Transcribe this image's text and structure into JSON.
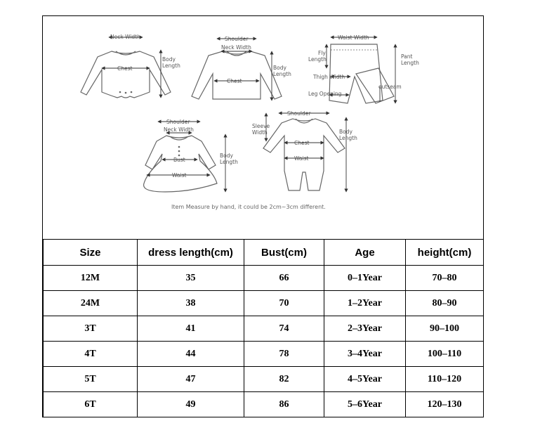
{
  "diagram": {
    "bodysuit": {
      "neck_width": "Neck Width",
      "body_length": [
        "Body",
        "Length"
      ],
      "chest": "Chest"
    },
    "tshirt": {
      "shoulder": "Shoulder",
      "neck_width": "Neck Width",
      "body_length": [
        "Body",
        "Length"
      ],
      "chest": "Chest"
    },
    "pants": {
      "waist_width": "Waist Width",
      "fly_length": [
        "Fly",
        "Length"
      ],
      "pant_length": [
        "Pant",
        "Length"
      ],
      "thigh_width": "Thigh Width",
      "outseam": "outseam",
      "leg_opening": "Leg Opening"
    },
    "dress": {
      "shoulder": "Shoulder",
      "neck_width": "Neck Width",
      "body_length": [
        "Body",
        "Length"
      ],
      "bust": "Bust",
      "waist": "Waist"
    },
    "jumpsuit": {
      "shoulder": "Shoulder",
      "sleeve_width": [
        "Sleeve",
        "Width"
      ],
      "body_length": [
        "Body",
        "Length"
      ],
      "chest": "Chest",
      "waist": "Waist"
    },
    "note": "Item Measure by hand, it could be 2cm~3cm different."
  },
  "table": {
    "headers": [
      "Size",
      "dress length(cm)",
      "Bust(cm)",
      "Age",
      "height(cm)"
    ],
    "rows": [
      [
        "12M",
        "35",
        "66",
        "0–1Year",
        "70–80"
      ],
      [
        "24M",
        "38",
        "70",
        "1–2Year",
        "80–90"
      ],
      [
        "3T",
        "41",
        "74",
        "2–3Year",
        "90–100"
      ],
      [
        "4T",
        "44",
        "78",
        "3–4Year",
        "100–110"
      ],
      [
        "5T",
        "47",
        "82",
        "4–5Year",
        "110–120"
      ],
      [
        "6T",
        "49",
        "86",
        "5–6Year",
        "120–130"
      ]
    ]
  }
}
